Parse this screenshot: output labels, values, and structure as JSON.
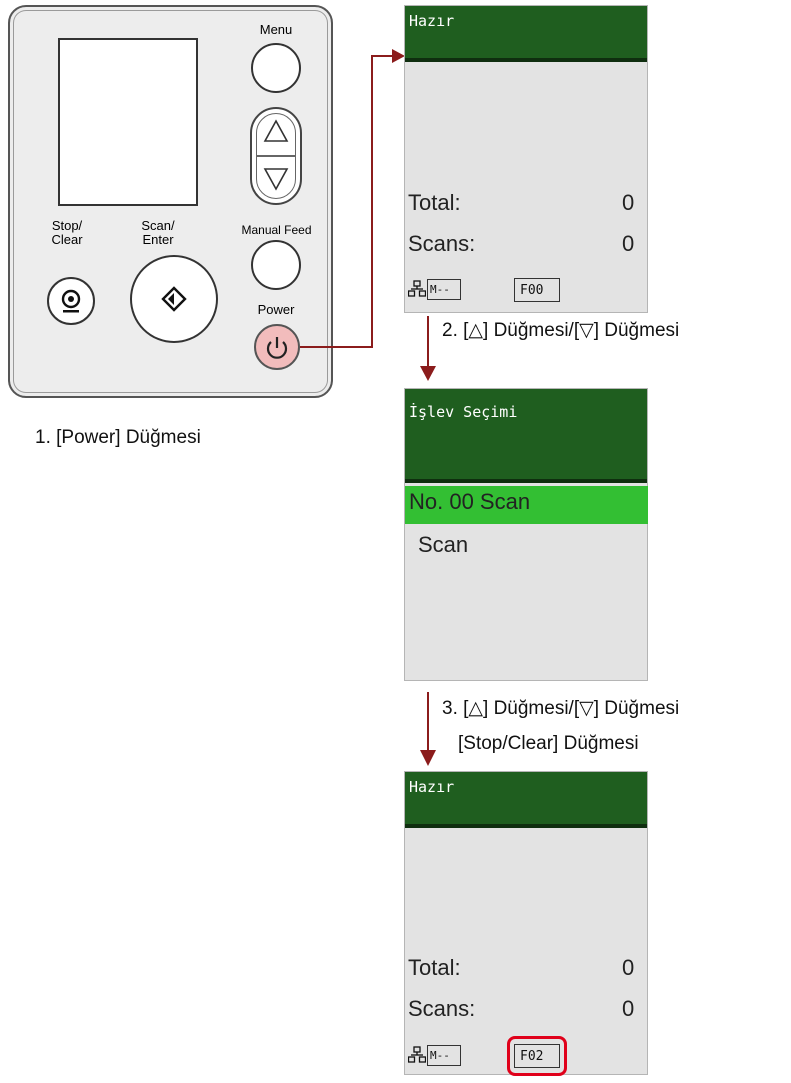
{
  "panel": {
    "menu_label": "Menu",
    "stop_label": "Stop/\nClear",
    "scan_label": "Scan/\nEnter",
    "manual_feed_label": "Manual Feed",
    "power_label": "Power"
  },
  "colors": {
    "lcd_title_bg": "#1f5e1f",
    "lcd_body_bg": "#e3e3e3",
    "selected_row": "#33bf33",
    "arrow": "#8b1c1c",
    "power_button": "#f2bcbc",
    "highlight_ring": "#e0001a"
  },
  "screen1": {
    "title": "Hazır",
    "total_label": "Total:",
    "total_value": "0",
    "scans_label": "Scans:",
    "scans_value": "0",
    "mode": "M--",
    "function": "F00"
  },
  "screen2": {
    "title": "İşlev Seçimi",
    "items": [
      "No. 00 Scan",
      "Scan"
    ]
  },
  "screen3": {
    "title": "Hazır",
    "total_label": "Total:",
    "total_value": "0",
    "scans_label": "Scans:",
    "scans_value": "0",
    "mode": "M--",
    "function": "F02"
  },
  "steps": {
    "step1": "1. [Power] Düğmesi",
    "step2": "2. [△] Düğmesi/[▽] Düğmesi",
    "step3_line1": "3. [△] Düğmesi/[▽] Düğmesi",
    "step3_line2": "[Stop/Clear] Düğmesi"
  }
}
